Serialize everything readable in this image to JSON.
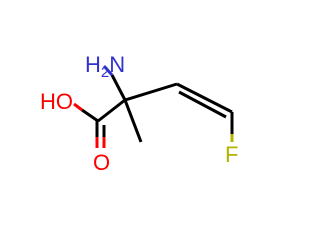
{
  "molecule": {
    "labels": {
      "amino": "H2N",
      "amino_main": "H",
      "amino_sub": "2",
      "amino_tail": "N",
      "hydroxyl": "HO",
      "carbonyl_oxygen": "O",
      "fluorine": "F"
    },
    "colors": {
      "bond": "#000000",
      "nitrogen": "#3333cc",
      "oxygen": "#ff0000",
      "fluorine": "#b3b300"
    }
  }
}
